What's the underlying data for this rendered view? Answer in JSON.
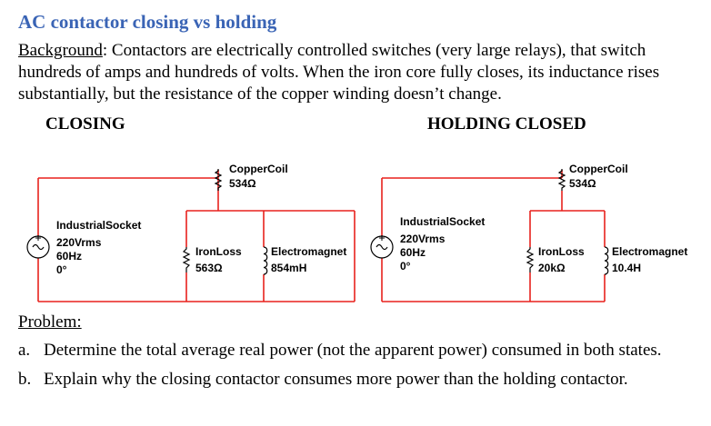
{
  "title": "AC contactor closing vs holding",
  "background": {
    "label": "Background",
    "text": ": Contactors are electrically controlled switches (very large relays), that switch hundreds of amps and hundreds of volts. When the iron core fully closes, its inductance rises substantially, but the resistance of the copper winding doesn’t change."
  },
  "headers": {
    "closing": "CLOSING",
    "holding": "HOLDING CLOSED"
  },
  "circuits": {
    "closing": {
      "source": {
        "name": "IndustrialSocket",
        "voltage": "220Vrms",
        "frequency": "60Hz",
        "phase": "0°"
      },
      "copper_coil": {
        "name": "CopperCoil",
        "value": "534Ω"
      },
      "iron_loss": {
        "name": "IronLoss",
        "value": "563Ω"
      },
      "electromagnet": {
        "name": "Electromagnet",
        "value": "854mH"
      }
    },
    "holding": {
      "source": {
        "name": "IndustrialSocket",
        "voltage": "220Vrms",
        "frequency": "60Hz",
        "phase": "0°"
      },
      "copper_coil": {
        "name": "CopperCoil",
        "value": "534Ω"
      },
      "iron_loss": {
        "name": "IronLoss",
        "value": "20kΩ"
      },
      "electromagnet": {
        "name": "Electromagnet",
        "value": "10.4H"
      }
    },
    "wire_color": "#e8211d"
  },
  "problem": {
    "label": "Problem:",
    "questions": [
      {
        "marker": "a.",
        "text": "Determine the total average real power (not the apparent power) consumed in both states."
      },
      {
        "marker": "b.",
        "text": "Explain why the closing contactor consumes more power than the holding contactor."
      }
    ]
  }
}
